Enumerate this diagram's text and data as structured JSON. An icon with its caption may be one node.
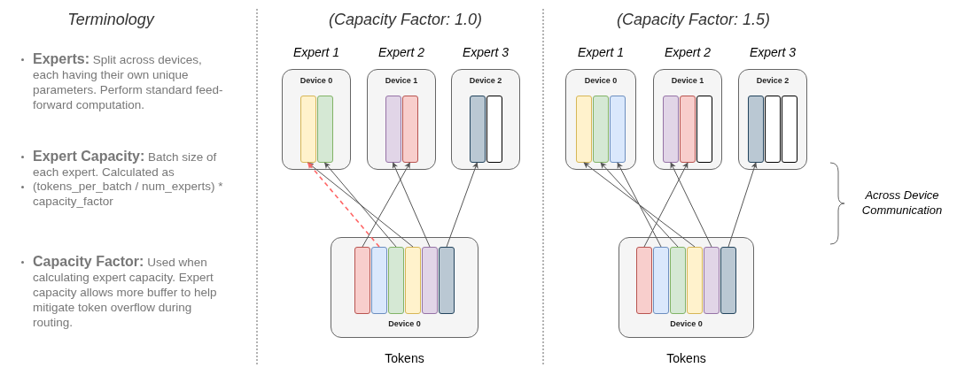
{
  "diagram": {
    "nodes": [
      {
        "text": [
          "Expert 1",
          "Device 0"
        ]
      },
      {
        "text": [],
        "shape": "bar",
        "in": 0
      },
      {
        "text": [],
        "shape": "bar",
        "in": 0
      },
      {
        "text": [
          "Expert 2",
          "Device 1"
        ]
      },
      {
        "text": [],
        "shape": "bar",
        "in": 3
      },
      {
        "text": [],
        "shape": "bar",
        "in": 3
      },
      {
        "text": [
          "Expert 3",
          "Device 2"
        ]
      },
      {
        "text": [],
        "shape": "bar",
        "in": 6
      },
      {
        "text": [],
        "shape": "bar",
        "in": 6
      },
      {
        "text": [
          "Device 0"
        ],
        "beside": [
          "Tokens"
        ]
      },
      {
        "text": [],
        "shape": "bar",
        "in": 9
      },
      {
        "text": [],
        "shape": "bar",
        "in": 9
      },
      {
        "text": [],
        "shape": "bar",
        "in": 9
      },
      {
        "text": [],
        "shape": "bar",
        "in": 9
      },
      {
        "text": [],
        "shape": "bar",
        "in": 9
      },
      {
        "text": [],
        "shape": "bar",
        "in": 9
      },
      {
        "text": [
          "Expert 1",
          "Device 0"
        ]
      },
      {
        "text": [],
        "shape": "bar",
        "in": 16
      },
      {
        "text": [],
        "shape": "bar",
        "in": 16
      },
      {
        "text": [],
        "shape": "bar",
        "in": 16
      },
      {
        "text": [
          "Expert 2",
          "Device 1"
        ]
      },
      {
        "text": [],
        "shape": "bar",
        "in": 20
      },
      {
        "text": [],
        "shape": "bar",
        "in": 20
      },
      {
        "text": [],
        "shape": "bar",
        "in": 20
      },
      {
        "text": [
          "Expert 3",
          "Device 2"
        ]
      },
      {
        "text": [],
        "shape": "bar",
        "in": 24
      },
      {
        "text": [],
        "shape": "bar",
        "in": 24
      },
      {
        "text": [],
        "shape": "bar",
        "in": 24
      },
      {
        "text": [
          "Device 0"
        ],
        "beside": [
          "Tokens"
        ]
      },
      {
        "text": [],
        "shape": "bar",
        "in": 28
      },
      {
        "text": [],
        "shape": "bar",
        "in": 28
      },
      {
        "text": [],
        "shape": "bar",
        "in": 28
      },
      {
        "text": [],
        "shape": "bar",
        "in": 28
      },
      {
        "text": [],
        "shape": "bar",
        "in": 28
      },
      {
        "text": [],
        "shape": "bar",
        "in": 28
      }
    ],
    "edges": [
      {
        "from": 13,
        "to": 1,
        "arrow": "to"
      },
      {
        "from": 12,
        "to": 2,
        "arrow": "to"
      },
      {
        "from": 11,
        "to": 1,
        "arrow": "to",
        "style": "dashed",
        "color": "#ff6666"
      },
      {
        "from": 10,
        "to": 5,
        "arrow": "to"
      },
      {
        "from": 14,
        "to": 4,
        "arrow": "to"
      },
      {
        "from": 15,
        "to": 7,
        "arrow": "to"
      },
      {
        "from": 32,
        "to": 17,
        "arrow": "to"
      },
      {
        "from": 31,
        "to": 18,
        "arrow": "to"
      },
      {
        "from": 30,
        "to": 19,
        "arrow": "to"
      },
      {
        "from": 29,
        "to": 22,
        "arrow": "to"
      },
      {
        "from": 33,
        "to": 21,
        "arrow": "to"
      },
      {
        "from": 34,
        "to": 25,
        "arrow": "to"
      }
    ],
    "labels": [
      "Terminology",
      "(Capacity Factor: 1.0)",
      "(Capacity Factor: 1.5)",
      "**Experts:** Split across devices, each having their own unique parameters. Perform standard feed-forward computation.",
      "**Expert Capacity:** Batch size of each expert. Calculated as",
      "(tokens_per_batch / num_experts) * capacity_factor",
      "**Capacity Factor:** Used when calculating expert capacity. Expert capacity allows more buffer to help mitigate token overflow during routing.",
      "Across Device Communication"
    ]
  }
}
